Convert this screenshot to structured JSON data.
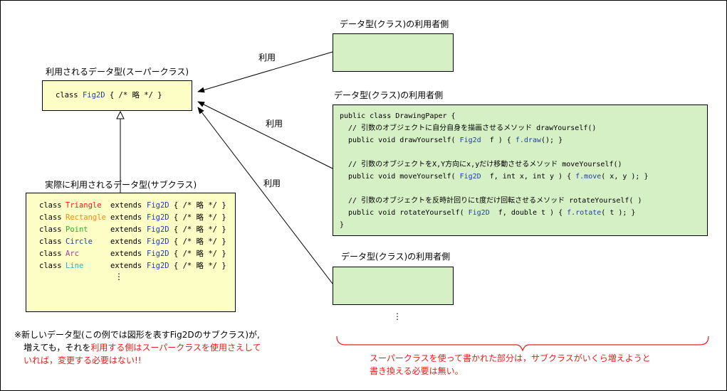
{
  "consumers": {
    "top_title": "データ型(クラス)の利用者側",
    "middle_title": "データ型(クラス)の利用者側",
    "bottom_title": "データ型(クラス)の利用者側",
    "use_label": "利用",
    "ellipsis": "⋮"
  },
  "superclass": {
    "title": "利用されるデータ型(スーパークラス)",
    "code": {
      "keyword": "class",
      "name": "Fig2D",
      "body": "{ /* 略 */ }"
    }
  },
  "subclasses": {
    "title": "実際に利用されるデータ型(サブクラス)",
    "keyword": "class",
    "extends": "extends",
    "parent": "Fig2D",
    "body": "{ /* 略 */ }",
    "items": [
      {
        "name": "Triangle",
        "color": "#e0201a"
      },
      {
        "name": "Rectangle",
        "color": "#f08a10"
      },
      {
        "name": "Point",
        "color": "#2fae2f"
      },
      {
        "name": "Circle",
        "color": "#1f3fa8"
      },
      {
        "name": "Arc",
        "color": "#a838a8"
      },
      {
        "name": "Line",
        "color": "#1ab4d8"
      }
    ],
    "ellipsis": "⋮"
  },
  "drawing_paper": {
    "lines": [
      "public class DrawingPaper {",
      "  // 引数のオブジェクトに自分自身を描画させるメソッド drawYourself()",
      "  public void drawYourself( Fig2d  f ) { f.draw(); }",
      "",
      "  // 引数のオブジェクトをX,Y方向にx,yだけ移動させるメソッド moveYourself()",
      "  public void moveYourself( Fig2D  f, int x, int y ) { f.move( x, y ); }",
      "",
      "  // 引数のオブジェクトを反時計回りにt度だけ回転させるメソッド rotateYourself( )",
      "  public void rotateYourself( Fig2D  f, double t ) { f.rotate( t ); }",
      "}"
    ],
    "highlight_words": [
      "Fig2d",
      "Fig2D",
      "f.draw",
      "f.move",
      "f.rotate"
    ]
  },
  "note": {
    "line1": "※新しいデータ型(この例では図形を表すFig2Dのサブクラス)が,",
    "line2_black": "増えても，それを",
    "line2_red": "利用する側はスーパークラスを使用さえして",
    "line3_red": "いれば，変更する必要はない!!"
  },
  "brace_caption": {
    "line1": "スーパークラスを使って書かれた部分は，サブクラスがいくら増えようと",
    "line2": "書き換える必要は無い。"
  },
  "colors": {
    "yellow_box": "#fdfdc6",
    "green_box": "#d6f0c6",
    "code_blue": "#1f3fa8",
    "note_red": "#e0201a"
  }
}
